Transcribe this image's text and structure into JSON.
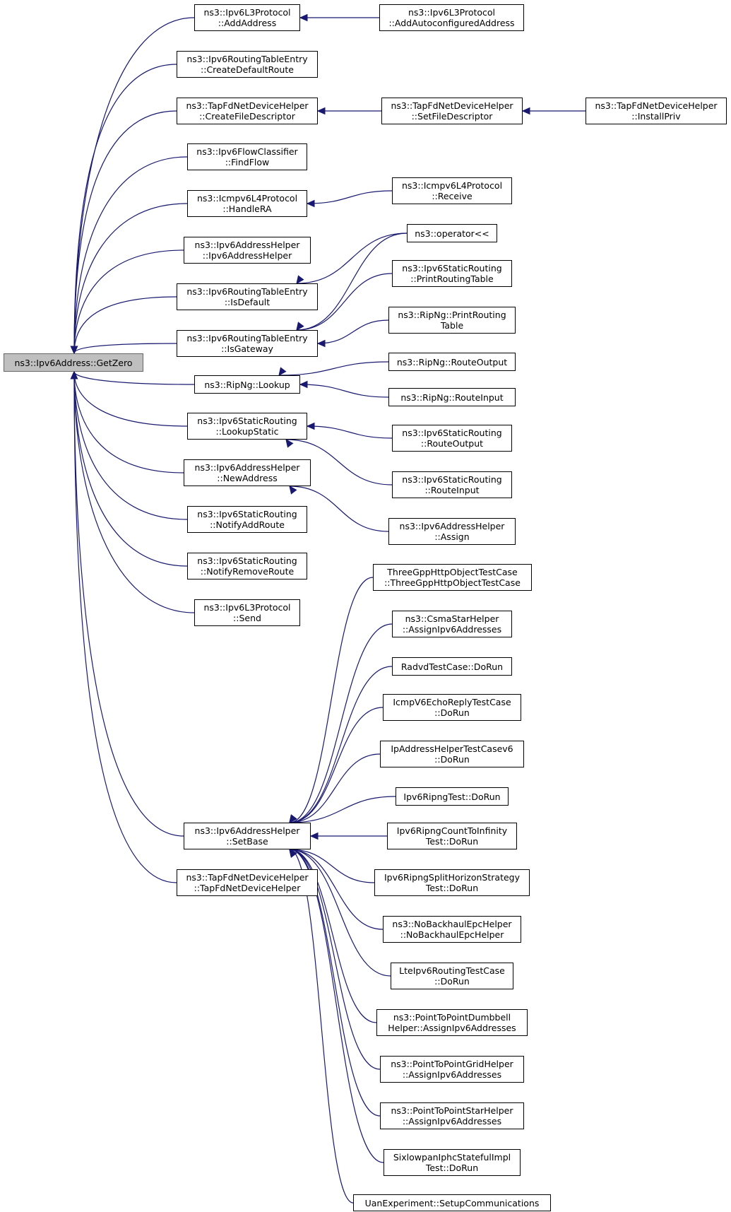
{
  "nodes": {
    "getzero": [
      "ns3::Ipv6Address::GetZero"
    ],
    "l3_addaddress": [
      "ns3::Ipv6L3Protocol",
      "::AddAddress"
    ],
    "rte_createdefault": [
      "ns3::Ipv6RoutingTableEntry",
      "::CreateDefaultRoute"
    ],
    "tap_createfd": [
      "ns3::TapFdNetDeviceHelper",
      "::CreateFileDescriptor"
    ],
    "flow_findflow": [
      "ns3::Ipv6FlowClassifier",
      "::FindFlow"
    ],
    "icmp_handlera": [
      "ns3::Icmpv6L4Protocol",
      "::HandleRA"
    ],
    "addrhelper_ctor": [
      "ns3::Ipv6AddressHelper",
      "::Ipv6AddressHelper"
    ],
    "rte_isdefault": [
      "ns3::Ipv6RoutingTableEntry",
      "::IsDefault"
    ],
    "rte_isgateway": [
      "ns3::Ipv6RoutingTableEntry",
      "::IsGateway"
    ],
    "ripng_lookup": [
      "ns3::RipNg::Lookup"
    ],
    "static_lookup": [
      "ns3::Ipv6StaticRouting",
      "::LookupStatic"
    ],
    "addrhelper_newaddress": [
      "ns3::Ipv6AddressHelper",
      "::NewAddress"
    ],
    "static_notifyadd": [
      "ns3::Ipv6StaticRouting",
      "::NotifyAddRoute"
    ],
    "static_notifyremove": [
      "ns3::Ipv6StaticRouting",
      "::NotifyRemoveRoute"
    ],
    "l3_send": [
      "ns3::Ipv6L3Protocol",
      "::Send"
    ],
    "addrhelper_setbase": [
      "ns3::Ipv6AddressHelper",
      "::SetBase"
    ],
    "tap_ctor": [
      "ns3::TapFdNetDeviceHelper",
      "::TapFdNetDeviceHelper"
    ],
    "l3_addautoconf": [
      "ns3::Ipv6L3Protocol",
      "::AddAutoconfiguredAddress"
    ],
    "tap_setfd": [
      "ns3::TapFdNetDeviceHelper",
      "::SetFileDescriptor"
    ],
    "tap_installpriv": [
      "ns3::TapFdNetDeviceHelper",
      "::InstallPriv"
    ],
    "icmp_receive": [
      "ns3::Icmpv6L4Protocol",
      "::Receive"
    ],
    "operator_ltlt": [
      "ns3::operator<<"
    ],
    "static_printtable": [
      "ns3::Ipv6StaticRouting",
      "::PrintRoutingTable"
    ],
    "ripng_printtable": [
      "ns3::RipNg::PrintRouting",
      "Table"
    ],
    "ripng_routeoutput": [
      "ns3::RipNg::RouteOutput"
    ],
    "ripng_routeinput": [
      "ns3::RipNg::RouteInput"
    ],
    "static_routeoutput": [
      "ns3::Ipv6StaticRouting",
      "::RouteOutput"
    ],
    "static_routeinput": [
      "ns3::Ipv6StaticRouting",
      "::RouteInput"
    ],
    "addrhelper_assign": [
      "ns3::Ipv6AddressHelper",
      "::Assign"
    ],
    "http_testcase": [
      "ThreeGppHttpObjectTestCase",
      "::ThreeGppHttpObjectTestCase"
    ],
    "csma_assign": [
      "ns3::CsmaStarHelper",
      "::AssignIpv6Addresses"
    ],
    "radvd_dorun": [
      "RadvdTestCase::DoRun"
    ],
    "icmpecho_dorun": [
      "IcmpV6EchoReplyTestCase",
      "::DoRun"
    ],
    "ipaddrhelper_dorun": [
      "IpAddressHelperTestCasev6",
      "::DoRun"
    ],
    "ripngtest_dorun": [
      "Ipv6RipngTest::DoRun"
    ],
    "ripngcount_dorun": [
      "Ipv6RipngCountToInfinity",
      "Test::DoRun"
    ],
    "ripngsplit_dorun": [
      "Ipv6RipngSplitHorizonStrategy",
      "Test::DoRun"
    ],
    "nobackhaul_ctor": [
      "ns3::NoBackhaulEpcHelper",
      "::NoBackhaulEpcHelper"
    ],
    "lte_dorun": [
      "LteIpv6RoutingTestCase",
      "::DoRun"
    ],
    "p2pdumbbell_assign": [
      "ns3::PointToPointDumbbell",
      "Helper::AssignIpv6Addresses"
    ],
    "p2pgrid_assign": [
      "ns3::PointToPointGridHelper",
      "::AssignIpv6Addresses"
    ],
    "p2pstar_assign": [
      "ns3::PointToPointStarHelper",
      "::AssignIpv6Addresses"
    ],
    "sixlowpan_dorun": [
      "SixlowpanIphcStatefulImpl",
      "Test::DoRun"
    ],
    "uan_setup": [
      "UanExperiment::SetupCommunications"
    ]
  },
  "edges": [
    [
      "l3_addaddress",
      "getzero"
    ],
    [
      "rte_createdefault",
      "getzero"
    ],
    [
      "tap_createfd",
      "getzero"
    ],
    [
      "flow_findflow",
      "getzero"
    ],
    [
      "icmp_handlera",
      "getzero"
    ],
    [
      "addrhelper_ctor",
      "getzero"
    ],
    [
      "rte_isdefault",
      "getzero"
    ],
    [
      "rte_isgateway",
      "getzero"
    ],
    [
      "ripng_lookup",
      "getzero"
    ],
    [
      "static_lookup",
      "getzero"
    ],
    [
      "addrhelper_newaddress",
      "getzero"
    ],
    [
      "static_notifyadd",
      "getzero"
    ],
    [
      "static_notifyremove",
      "getzero"
    ],
    [
      "l3_send",
      "getzero"
    ],
    [
      "addrhelper_setbase",
      "getzero"
    ],
    [
      "tap_ctor",
      "getzero"
    ],
    [
      "l3_addautoconf",
      "l3_addaddress"
    ],
    [
      "tap_setfd",
      "tap_createfd"
    ],
    [
      "tap_installpriv",
      "tap_setfd"
    ],
    [
      "icmp_receive",
      "icmp_handlera"
    ],
    [
      "operator_ltlt",
      "rte_isdefault"
    ],
    [
      "operator_ltlt",
      "rte_isgateway"
    ],
    [
      "static_printtable",
      "rte_isgateway"
    ],
    [
      "ripng_printtable",
      "rte_isgateway"
    ],
    [
      "ripng_routeoutput",
      "ripng_lookup"
    ],
    [
      "ripng_routeinput",
      "ripng_lookup"
    ],
    [
      "static_routeoutput",
      "static_lookup"
    ],
    [
      "static_routeinput",
      "static_lookup"
    ],
    [
      "addrhelper_assign",
      "addrhelper_newaddress"
    ],
    [
      "http_testcase",
      "addrhelper_setbase"
    ],
    [
      "csma_assign",
      "addrhelper_setbase"
    ],
    [
      "radvd_dorun",
      "addrhelper_setbase"
    ],
    [
      "icmpecho_dorun",
      "addrhelper_setbase"
    ],
    [
      "ipaddrhelper_dorun",
      "addrhelper_setbase"
    ],
    [
      "ripngtest_dorun",
      "addrhelper_setbase"
    ],
    [
      "ripngcount_dorun",
      "addrhelper_setbase"
    ],
    [
      "ripngsplit_dorun",
      "addrhelper_setbase"
    ],
    [
      "nobackhaul_ctor",
      "addrhelper_setbase"
    ],
    [
      "lte_dorun",
      "addrhelper_setbase"
    ],
    [
      "p2pdumbbell_assign",
      "addrhelper_setbase"
    ],
    [
      "p2pgrid_assign",
      "addrhelper_setbase"
    ],
    [
      "p2pstar_assign",
      "addrhelper_setbase"
    ],
    [
      "sixlowpan_dorun",
      "addrhelper_setbase"
    ],
    [
      "uan_setup",
      "addrhelper_setbase"
    ]
  ],
  "colors": {
    "edge": "#191970",
    "node_border": "#000000",
    "root_fill": "#bfbfbf"
  }
}
